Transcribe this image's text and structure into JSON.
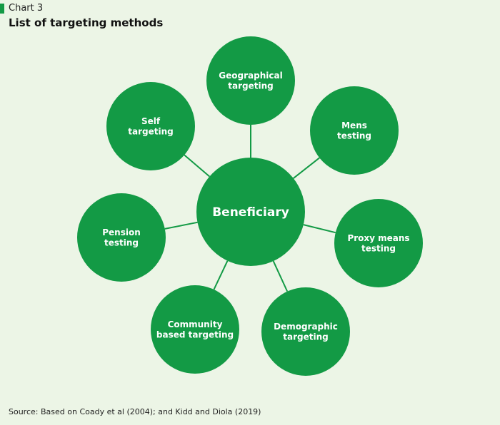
{
  "header": {
    "label": "Chart 3",
    "title": "List of targeting methods"
  },
  "diagram": {
    "center": {
      "lines": [
        "Beneficiary"
      ]
    },
    "nodes": [
      {
        "id": "geographical",
        "lines": [
          "Geographical",
          "targeting"
        ]
      },
      {
        "id": "mens",
        "lines": [
          "Mens",
          "testing"
        ]
      },
      {
        "id": "proxy-means",
        "lines": [
          "Proxy means",
          "testing"
        ]
      },
      {
        "id": "demographic",
        "lines": [
          "Demographic",
          "targeting"
        ]
      },
      {
        "id": "community",
        "lines": [
          "Community",
          "based targeting"
        ]
      },
      {
        "id": "pension",
        "lines": [
          "Pension",
          "testing"
        ]
      },
      {
        "id": "self",
        "lines": [
          "Self",
          "targeting"
        ]
      }
    ]
  },
  "colors": {
    "node_fill": "#139a45",
    "connector": "#139a45",
    "background": "#ecf5e6"
  },
  "footer": {
    "source": "Source: Based on Coady et al (2004); and Kidd and Diola (2019)"
  }
}
